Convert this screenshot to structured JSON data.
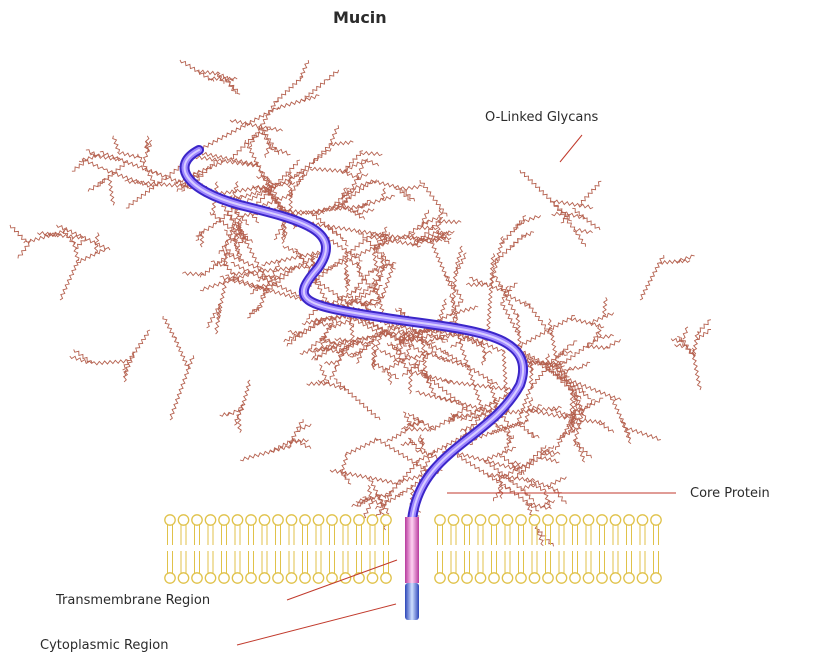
{
  "title": "Mucin",
  "labels": {
    "glycans": "O-Linked Glycans",
    "core_protein": "Core Protein",
    "transmembrane": "Transmembrane Region",
    "cytoplasmic": "Cytoplasmic Region"
  },
  "colors": {
    "glycan": "#b5614f",
    "protein": "#8a6cf2",
    "protein_shadow": "#3b26c8",
    "transmembrane": "#e36ac8",
    "cytoplasmic": "#4e6fe0",
    "lipid": "#e0c24a",
    "leader_line": "#c13a2c",
    "text": "#2b2b2b"
  }
}
